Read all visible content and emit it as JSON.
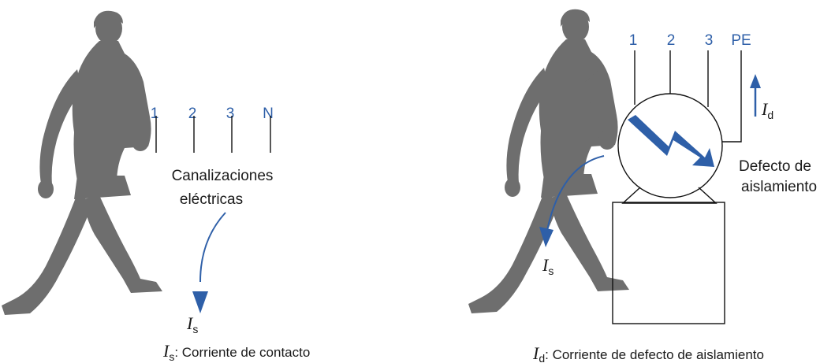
{
  "left_panel": {
    "conductor_labels": [
      "1",
      "2",
      "3",
      "N"
    ],
    "conductors_caption_line1": "Canalizaciones",
    "conductors_caption_line2": "eléctricas",
    "current_symbol": "I",
    "current_subscript": "s",
    "caption_symbol": "I",
    "caption_subscript": "s",
    "caption_text": ": Corriente de contacto"
  },
  "right_panel": {
    "conductor_labels": [
      "1",
      "2",
      "3",
      "PE"
    ],
    "fault_current_symbol": "I",
    "fault_current_subscript": "d",
    "fault_label_line1": "Defecto de",
    "fault_label_line2": "aislamiento",
    "touch_current_symbol": "I",
    "touch_current_subscript": "s",
    "caption_symbol": "I",
    "caption_subscript": "d",
    "caption_text": ": Corriente de defecto de aislamiento"
  },
  "colors": {
    "accent_blue": "#2e5fa8",
    "figure_gray": "#6e6e6e",
    "line_black": "#111111"
  }
}
